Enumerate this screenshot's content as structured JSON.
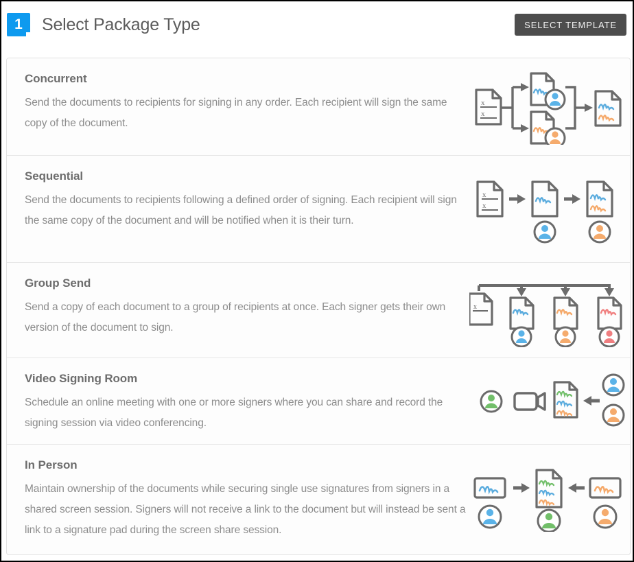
{
  "header": {
    "step_number": "1",
    "title": "Select Package Type",
    "select_template_label": "SELECT TEMPLATE"
  },
  "colors": {
    "badge_blue": "#0e9aef",
    "button_dark": "#4d4d4d",
    "title_gray": "#5b5b5b",
    "row_title_gray": "#6d6d6d",
    "row_desc_gray": "#8c8c8c",
    "icon_outline": "#6b6b6b",
    "signature_blue": "#5bacde",
    "signature_orange": "#f5a96a",
    "signature_red": "#f08080",
    "signature_green": "#72bf6a",
    "avatar_blue": "#5bb3e8",
    "avatar_orange": "#f5ab6d",
    "avatar_red": "#f07f81",
    "avatar_green": "#72bf6a"
  },
  "packages": [
    {
      "id": "concurrent",
      "title": "Concurrent",
      "description": "Send the documents to recipients for signing in any order. Each recipient will sign the same copy of the document.",
      "diagram": "concurrent-flow-diagram"
    },
    {
      "id": "sequential",
      "title": "Sequential",
      "description": "Send the documents to recipients following a defined order of signing. Each recipient will sign the same copy of the document and will be notified when it is their turn.",
      "diagram": "sequential-flow-diagram"
    },
    {
      "id": "group-send",
      "title": "Group Send",
      "description": "Send a copy of each document to a group of recipients at once. Each signer gets their own version of the document to sign.",
      "diagram": "group-send-flow-diagram"
    },
    {
      "id": "video-signing-room",
      "title": "Video Signing Room",
      "description": "Schedule an online meeting with one or more signers where you can share and record the signing session via video conferencing.",
      "diagram": "video-signing-room-diagram"
    },
    {
      "id": "in-person",
      "title": "In Person",
      "description": "Maintain ownership of the documents while securing single use signatures from signers in a shared screen session. Signers will not receive a link to the document but will instead be sent a link to a signature pad during the screen share session.",
      "diagram": "in-person-flow-diagram"
    }
  ]
}
